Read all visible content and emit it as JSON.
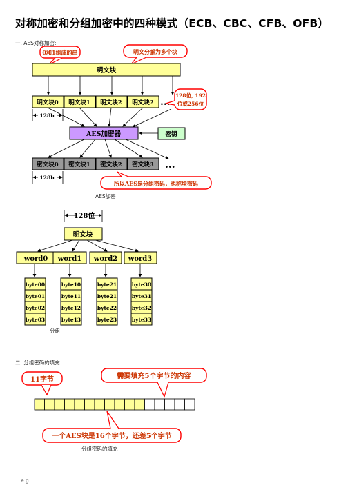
{
  "title": "对称加密和分组加密中的四种模式（ECB、CBC、CFB、OFB）",
  "section1": {
    "heading": "一. AES对称加密:",
    "callout_bits": "0和1组成的串",
    "callout_split": "明文分解为多个块",
    "plaintext_block": "明文块",
    "plain_blocks": [
      "明文块0",
      "明文块1",
      "明文块2",
      "明文块2"
    ],
    "callout_size_line1": "128位, 192",
    "callout_size_line2": "位或256位",
    "size_128b": "128b",
    "encryptor": "AES加密器",
    "key": "密钥",
    "cipher_blocks": [
      "密文块0",
      "密文块1",
      "密文块2",
      "密文块3"
    ],
    "ellipsis": "...",
    "callout_block_cipher": "所以AES是分组密码，也称块密码",
    "caption": "AES加密"
  },
  "grouping": {
    "width_label": "128位",
    "plaintext_block": "明文块",
    "words": [
      "word0",
      "word1",
      "word2",
      "word3"
    ],
    "bytes": [
      [
        "byte00",
        "byte01",
        "byte02",
        "byte03"
      ],
      [
        "byte10",
        "byte11",
        "byte12",
        "byte13"
      ],
      [
        "byte21",
        "byte21",
        "byte22",
        "byte23"
      ],
      [
        "byte30",
        "byte31",
        "byte32",
        "byte33"
      ]
    ],
    "caption": "分组"
  },
  "section2": {
    "heading": "二. 分组密码的填充",
    "callout_11": "11字节",
    "callout_fill": "需要填充5个字节的内容",
    "filled_cells": 11,
    "total_cells": 16,
    "callout_16": "一个AES块是16个字节，还差5个字节",
    "caption": "分组密码的填充"
  },
  "eg_label": "e.g.:",
  "colors": {
    "yellow": "#ffff99",
    "purple": "#cc99ff",
    "green": "#ccffcc",
    "gray": "#999999",
    "red": "#ff0000",
    "callout_text": "#cc3300"
  }
}
